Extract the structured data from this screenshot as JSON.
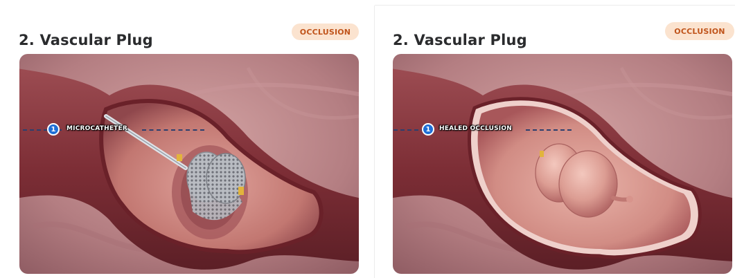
{
  "panels": [
    {
      "title": "2. Vascular Plug",
      "badge": "OCCLUSION",
      "callout": {
        "number": "1",
        "label": "MICROCATHETER"
      }
    },
    {
      "title": "2. Vascular Plug",
      "badge": "OCCLUSION",
      "callout": {
        "number": "1",
        "label": "HEALED OCCLUSION"
      }
    }
  ],
  "colors": {
    "badge_bg": "#fbe3cf",
    "badge_text": "#c0541b",
    "callout_circle": "#1f6fd6",
    "callout_line": "#2b3f6e",
    "vessel_wall": "#7a2b33",
    "vessel_lumen": "#c97b77",
    "background_tissue": "#b88585"
  }
}
